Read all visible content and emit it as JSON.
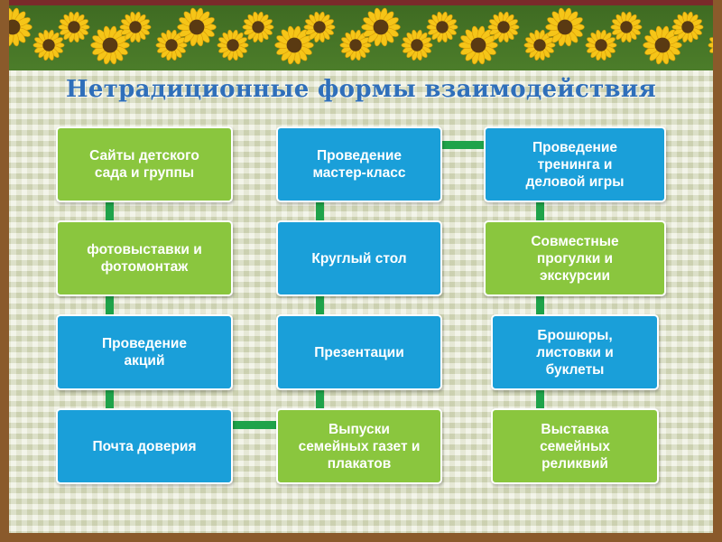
{
  "title": "Нетрадиционные формы взаимодействия",
  "colors": {
    "green_box": "#8ac63e",
    "blue_box": "#1a9fd9",
    "connector": "#1fa34a",
    "title": "#2f6fba"
  },
  "columns": [
    {
      "items": [
        {
          "label": "Сайты детского\nсада и группы",
          "color": "green"
        },
        {
          "label": "фотовыставки и\nфотомонтаж",
          "color": "green"
        },
        {
          "label": "Проведение\nакций",
          "color": "blue"
        },
        {
          "label": "Почта доверия",
          "color": "blue"
        }
      ]
    },
    {
      "items": [
        {
          "label": "Проведение\nмастер-класс",
          "color": "blue"
        },
        {
          "label": "Круглый стол",
          "color": "blue"
        },
        {
          "label": "Презентации",
          "color": "blue"
        },
        {
          "label": "Выпуски\nсемейных газет и\nплакатов",
          "color": "green"
        }
      ]
    },
    {
      "items": [
        {
          "label": "Проведение\nтренинга и\nделовой игры",
          "color": "blue"
        },
        {
          "label": "Совместные\nпрогулки и\nэкскурсии",
          "color": "green"
        },
        {
          "label": "Брошюры,\nлистовки и\nбуклеты",
          "color": "blue"
        },
        {
          "label": "Выставка\nсемейных\nреликвий",
          "color": "green"
        }
      ]
    }
  ]
}
